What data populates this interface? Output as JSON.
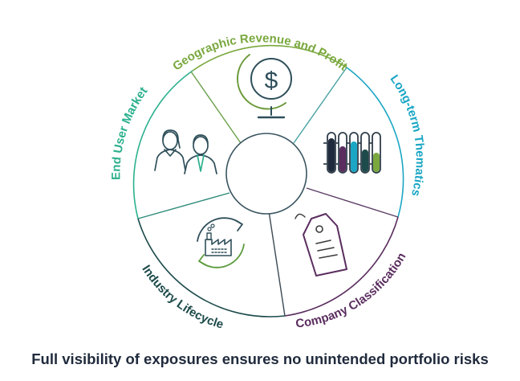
{
  "diagram": {
    "segments": [
      {
        "label": "Geographic Revenue and Profit",
        "color": "#7aa83e",
        "icon": "globe-dollar-icon"
      },
      {
        "label": "Long-term Thematics",
        "color": "#1aa6c4",
        "icon": "test-tubes-icon"
      },
      {
        "label": "Company Classification",
        "color": "#5a2d5e",
        "icon": "price-tag-icon"
      },
      {
        "label": "Industry Lifecycle",
        "color": "#1d4a4a",
        "icon": "factory-cycle-icon"
      },
      {
        "label": "End User Market",
        "color": "#2bb08d",
        "icon": "people-icon"
      }
    ]
  },
  "caption": "Full visibility of exposures ensures no unintended portfolio risks",
  "colors": {
    "rim_gradient": [
      "#7aa83e",
      "#1aa6c4",
      "#5a2d5e",
      "#1d4a4a",
      "#2bb08d"
    ],
    "text_dark": "#1f2a3c"
  }
}
